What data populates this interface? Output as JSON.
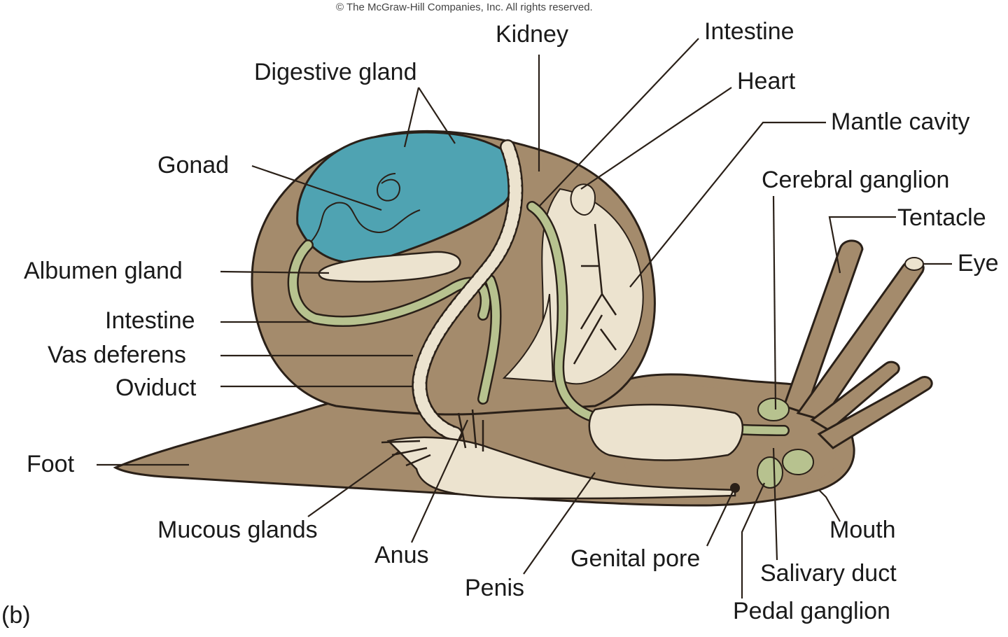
{
  "copyright": "© The McGraw-Hill Companies, Inc. All rights reserved.",
  "panel_letter": "(b)",
  "colors": {
    "body": "#a48b6c",
    "body_outline": "#2a2018",
    "digestive_gland": "#4fa3b2",
    "intestine": "#b7c28f",
    "cream": "#ece3cf"
  },
  "labels": {
    "kidney": "Kidney",
    "intestine_top": "Intestine",
    "heart": "Heart",
    "mantle_cavity": "Mantle cavity",
    "digestive_gland": "Digestive gland",
    "gonad": "Gonad",
    "cerebral_ganglion": "Cerebral ganglion",
    "tentacle": "Tentacle",
    "eye": "Eye",
    "albumen_gland": "Albumen gland",
    "intestine_left": "Intestine",
    "vas_deferens": "Vas deferens",
    "oviduct": "Oviduct",
    "foot": "Foot",
    "mucous_glands": "Mucous glands",
    "anus": "Anus",
    "penis": "Penis",
    "genital_pore": "Genital pore",
    "mouth": "Mouth",
    "salivary_duct": "Salivary duct",
    "pedal_ganglion": "Pedal ganglion"
  }
}
